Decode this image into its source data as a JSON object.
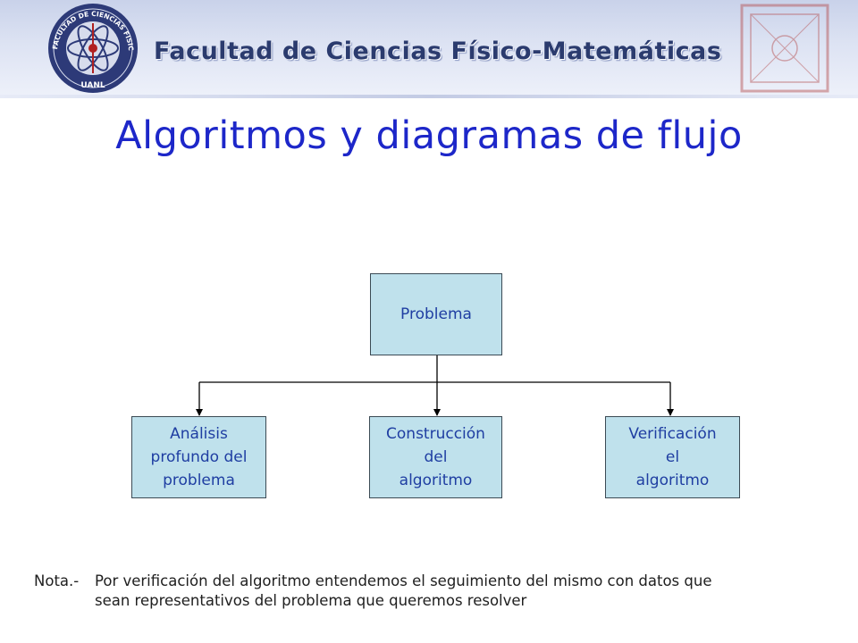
{
  "header": {
    "banner_text": "Facultad de Ciencias Físico-Matemáticas",
    "seal_left_text": "FACULTAD DE CIENCIAS FISICO MATEMATICAS",
    "seal_left_bottom": "UANL"
  },
  "slide": {
    "title": "Algoritmos y diagramas de flujo"
  },
  "diagram": {
    "nodes": [
      {
        "id": "problema",
        "label": "Problema"
      },
      {
        "id": "analisis",
        "label": "Análisis\nprofundo del\nproblema"
      },
      {
        "id": "construccion",
        "label": "Construcción\ndel\nalgoritmo"
      },
      {
        "id": "verificacion",
        "label": "Verificación\nel\nalgoritmo"
      }
    ],
    "edges": [
      {
        "from": "problema",
        "to": "analisis"
      },
      {
        "from": "problema",
        "to": "construccion"
      },
      {
        "from": "problema",
        "to": "verificacion"
      }
    ],
    "colors": {
      "box_fill": "#bfe1ec",
      "box_text": "#1f3ea2",
      "title": "#1d27c9"
    }
  },
  "note": {
    "label": "Nota.-",
    "text": "Por verificación del algoritmo entendemos el seguimiento del mismo con datos que\nsean representativos del problema que queremos resolver"
  }
}
